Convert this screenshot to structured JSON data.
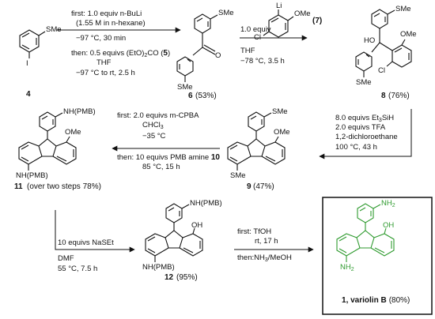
{
  "colors": {
    "highlight": "#2e9a2e",
    "ink": "#111111"
  },
  "compounds": {
    "c4": {
      "label": "4",
      "subst": {
        "sme": "SMe",
        "i": "I"
      }
    },
    "c6": {
      "label": "6",
      "yield": "(53%)",
      "subst": {
        "sme_top": "SMe",
        "o": "O",
        "sme_bottom": "SMe"
      }
    },
    "c7": {
      "label": "(7)",
      "subst": {
        "li": "Li",
        "ome": "OMe",
        "cl": "Cl"
      }
    },
    "c8": {
      "label": "8",
      "yield": "(76%)",
      "subst": {
        "sme_top": "SMe",
        "ho": "HO",
        "ome": "OMe",
        "cl": "Cl",
        "sme_bottom": "SMe"
      }
    },
    "c9": {
      "label": "9",
      "yield": "(47%)",
      "subst": {
        "sme_top": "SMe",
        "ome": "OMe",
        "sme_bottom": "SMe"
      }
    },
    "c11": {
      "label": "11",
      "note": "(over two steps 78%)",
      "subst": {
        "nh_top": "NH(PMB)",
        "ome": "OMe",
        "nh_bottom": "NH(PMB)"
      }
    },
    "c12": {
      "label": "12",
      "yield": "(95%)",
      "subst": {
        "nh_top": "NH(PMB)",
        "oh": "OH",
        "nh_bottom": "NH(PMB)"
      }
    },
    "c1": {
      "label": "1",
      "name": ", variolin B",
      "yield": "(80%)",
      "subst": {
        "nh2_top": "NH",
        "oh": "OH",
        "nh2_bottom": "NH"
      }
    }
  },
  "steps": {
    "s1": {
      "l1": "first:  1.0 equiv n-BuLi",
      "l2": "(1.55 M in n-hexane)",
      "l3": "−97 °C, 30 min",
      "l4": "then:  0.5 equivs (EtO)",
      "l4b": "CO (",
      "l4c": "5",
      "l4d": ")",
      "l5": "THF",
      "l6": "−97 °C to rt, 2.5 h"
    },
    "s2": {
      "l1": "1.0 equiv",
      "l2": "THF",
      "l3": "−78 °C, 3.5 h"
    },
    "s3": {
      "l1": "8.0 equivs Et",
      "l1b": "SiH",
      "l2": "2.0 equivs TFA",
      "l3": "1,2-dichloroethane",
      "l4": "100 °C, 43 h"
    },
    "s4": {
      "l1": "first:  2.0 equivs m-CPBA",
      "l2": "CHCl",
      "l3": "−35 °C",
      "l4": "then:  10 equivs PMB amine ",
      "l4b": "10",
      "l5": "85 °C, 15 h"
    },
    "s5": {
      "l1": "10 equivs NaSEt",
      "l2": "DMF",
      "l3": "55 °C, 7.5 h"
    },
    "s6": {
      "l1": "first:  TfOH",
      "l2": "rt, 17 h",
      "l3": "then:NH",
      "l3b": "/MeOH"
    }
  }
}
